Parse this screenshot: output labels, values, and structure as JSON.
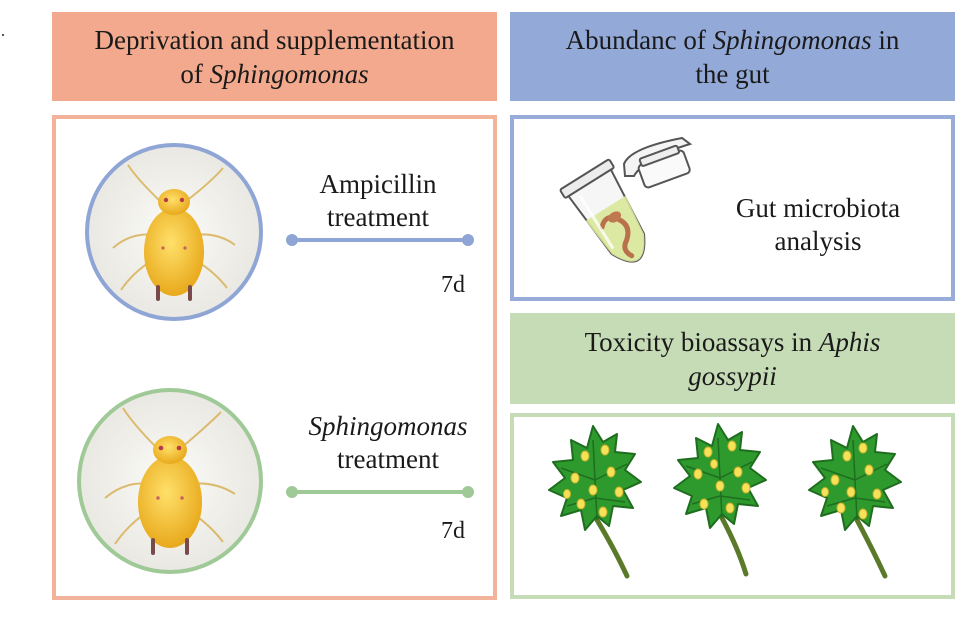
{
  "left_header": {
    "line1": "Deprivation and supplementation",
    "line2_prefix": "of ",
    "line2_italic": "Sphingomonas"
  },
  "right_header": {
    "line1_prefix": "Abundanc of ",
    "line1_italic": "Sphingomonas",
    "line1_suffix": " in",
    "line2": "the gut"
  },
  "tox_header": {
    "line1_prefix": "Toxicity bioassays in ",
    "line1_italic": "Aphis",
    "line2_italic": "gossypii"
  },
  "ampicillin": {
    "line1": "Ampicillin",
    "line2": "treatment",
    "days": "7d"
  },
  "sphingomonas": {
    "line1_italic": "Sphingomonas",
    "line2": "treatment",
    "days": "7d"
  },
  "gut": {
    "line1": "Gut microbiota",
    "line2": "analysis"
  },
  "colors": {
    "orange_header": "#f2a98d",
    "blue_header": "#93a9d8",
    "green_header": "#c6dcb6",
    "blue_line": "#8fa5d6",
    "green_line": "#9fc996",
    "aphid_yellow": "#f5c23a",
    "leaf_green": "#2e9a2e"
  },
  "icons": {
    "aphid": "aphid-photo",
    "tube": "microcentrifuge-tube-icon",
    "plant": "leaf-plant-icon"
  }
}
